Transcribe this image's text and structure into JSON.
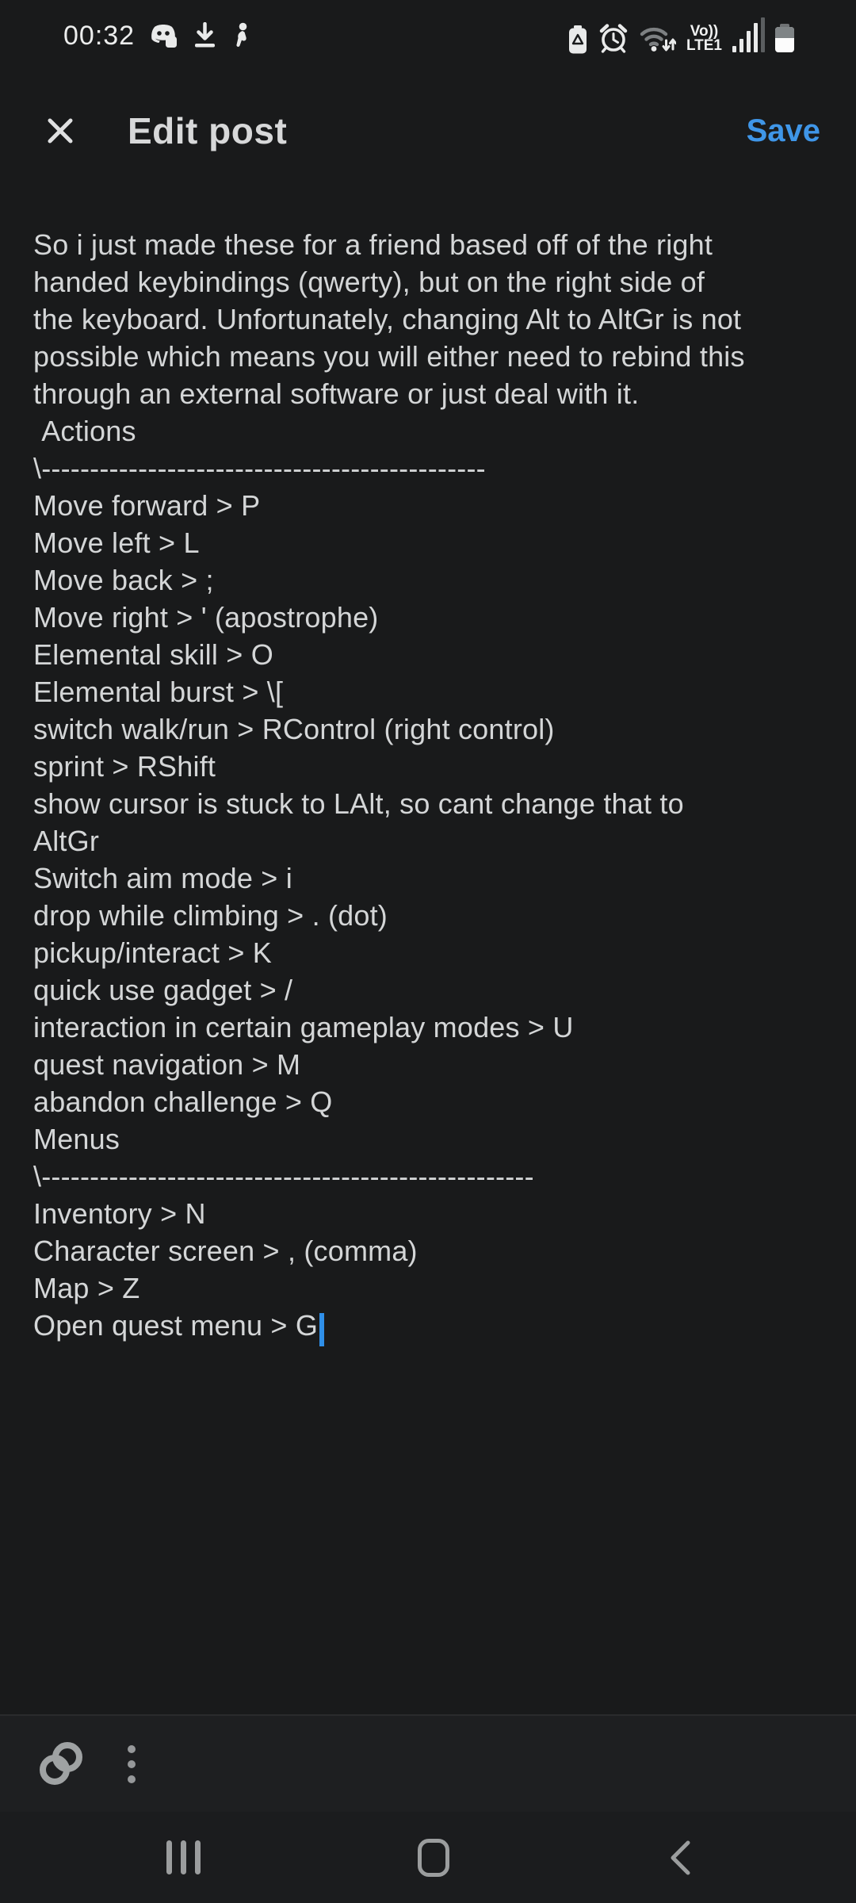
{
  "colors": {
    "background": "#191a1b",
    "toolbar_background": "#1e1f21",
    "text": "#d4d6d7",
    "accent_blue": "#3f96e8",
    "cursor_blue": "#2f8fe8"
  },
  "status_bar": {
    "time": "00:32",
    "left_icons": [
      "discord-notification-icon",
      "download-icon",
      "person-icon"
    ],
    "volte_label_top": "Vo))",
    "volte_label_bottom": "LTE1",
    "right_icons": [
      "battery-saver-icon",
      "alarm-icon",
      "wifi-icon",
      "volte-indicator",
      "signal-strength-icon",
      "battery-icon"
    ]
  },
  "app_bar": {
    "title": "Edit post",
    "save_label": "Save"
  },
  "editor": {
    "lines": [
      "So i just made these for a friend based off of the right",
      "handed keybindings (qwerty), but on the right side of",
      "the keyboard. Unfortunately, changing Alt to AltGr is not",
      "possible which means you will either need to rebind this",
      "through an external software or just deal with it.",
      " Actions",
      "\\----------------------------------------------",
      "Move forward > P",
      "Move left > L",
      "Move back > ;",
      "Move right > ' (apostrophe)",
      "Elemental skill > O",
      "Elemental burst > \\[",
      "switch walk/run > RControl (right control)",
      "sprint > RShift",
      "show cursor is stuck to LAlt, so cant change that to",
      "AltGr",
      "Switch aim mode > i",
      "drop while climbing > . (dot)",
      "pickup/interact > K",
      "quick use gadget > /",
      "interaction in certain gameplay modes > U",
      "quest navigation > M",
      "abandon challenge > Q",
      "Menus",
      "\\---------------------------------------------------",
      "Inventory > N",
      "Character screen > , (comma)",
      "Map > Z",
      "Open quest menu > G"
    ]
  },
  "toolbar": {
    "icons": [
      "link-icon",
      "overflow-menu-icon"
    ]
  },
  "nav_bar": {
    "icons": [
      "recents-icon",
      "home-icon",
      "back-icon"
    ]
  }
}
